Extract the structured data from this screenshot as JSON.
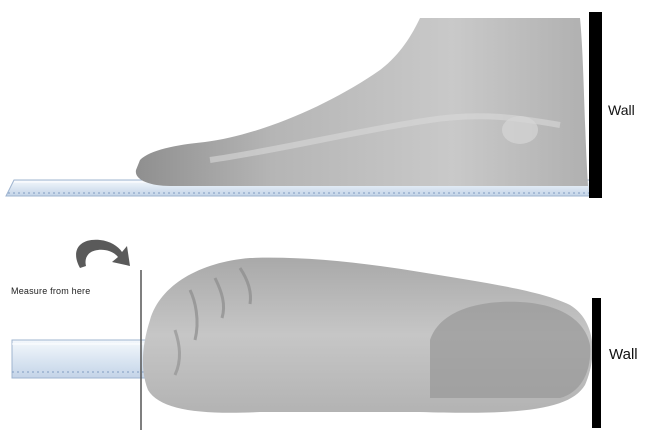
{
  "labels": {
    "wall_top": "Wall",
    "wall_bottom": "Wall",
    "measure": "Measure from here"
  },
  "colors": {
    "foot": "#bdbdbd",
    "foot_shadow": "#9e9e9e",
    "ruler": "#dfe8f3",
    "ruler_edge": "#8fa8c8",
    "wall": "#000000"
  },
  "icons": {
    "curved_arrow": "curved-arrow-icon"
  }
}
